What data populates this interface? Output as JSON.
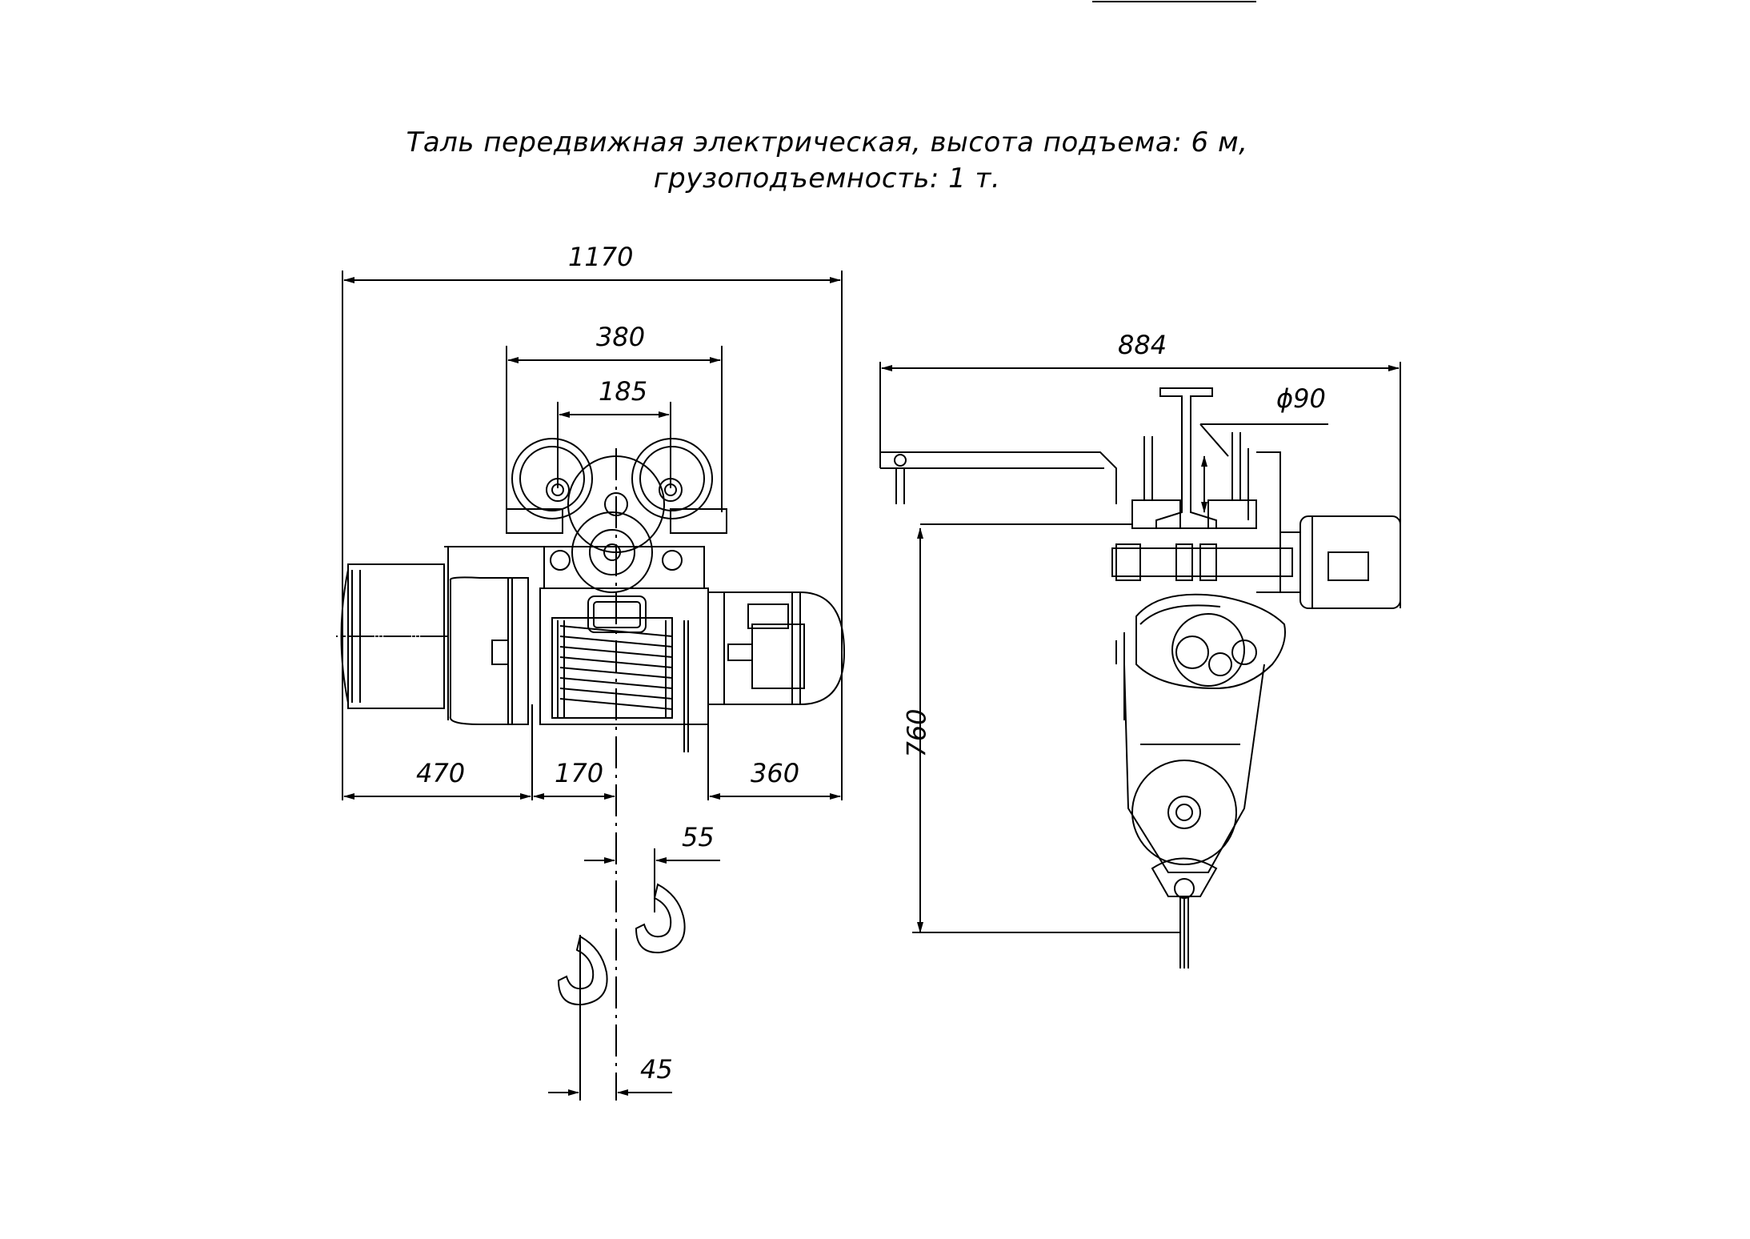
{
  "title": {
    "line1": "Таль передвижная электрическая, высота подъема: 6 м,",
    "line2": "грузоподъемность: 1 т."
  },
  "dimensions": {
    "overall_length": "1170",
    "wheel_span": "380",
    "wheel_base": "185",
    "left_part": "470",
    "drum_offset": "170",
    "right_part": "360",
    "hook_offset_upper": "55",
    "hook_offset_lower": "45",
    "side_width": "884",
    "beam_diameter": "ϕ90",
    "height": "760"
  }
}
